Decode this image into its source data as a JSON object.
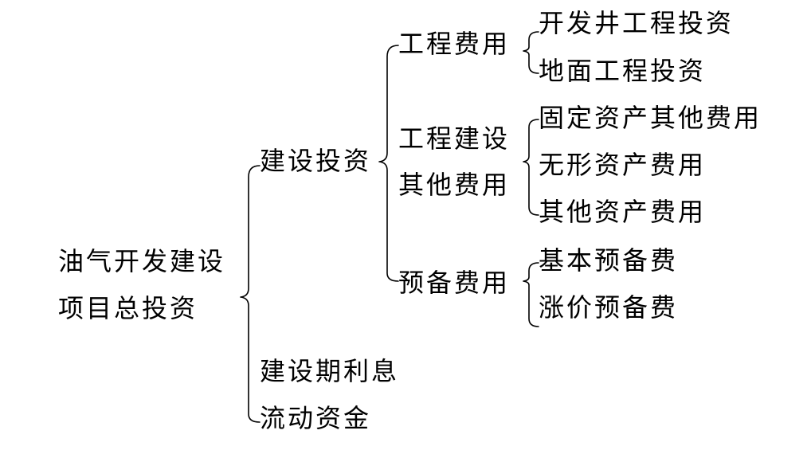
{
  "root": {
    "line1": "油气开发建设",
    "line2": "项目总投资"
  },
  "level1": {
    "construction_investment": "建设投资",
    "construction_interest": "建设期利息",
    "working_capital": "流动资金"
  },
  "level2": {
    "engineering_cost": "工程费用",
    "other_cost_line1": "工程建设",
    "other_cost_line2": "其他费用",
    "reserve_cost": "预备费用"
  },
  "level3": {
    "well_engineering": "开发井工程投资",
    "surface_engineering": "地面工程投资",
    "fixed_asset_other": "固定资产其他费用",
    "intangible_asset": "无形资产费用",
    "other_asset": "其他资产费用",
    "basic_reserve": "基本预备费",
    "price_reserve": "涨价预备费"
  }
}
